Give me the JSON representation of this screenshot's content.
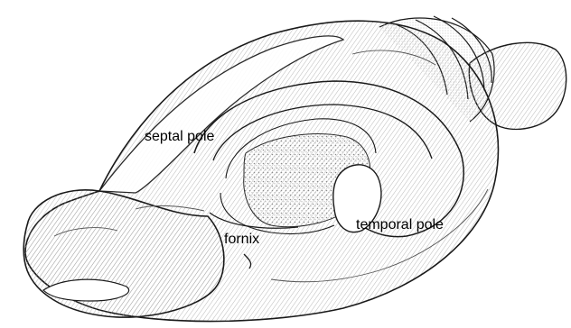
{
  "labels": {
    "septal_pole": "septal pole",
    "fornix": "fornix",
    "temporal_pole": "temporal pole"
  },
  "colors": {
    "ink": "#1a1a1a",
    "paper": "#ffffff",
    "stipple": "#cfcfcf"
  }
}
